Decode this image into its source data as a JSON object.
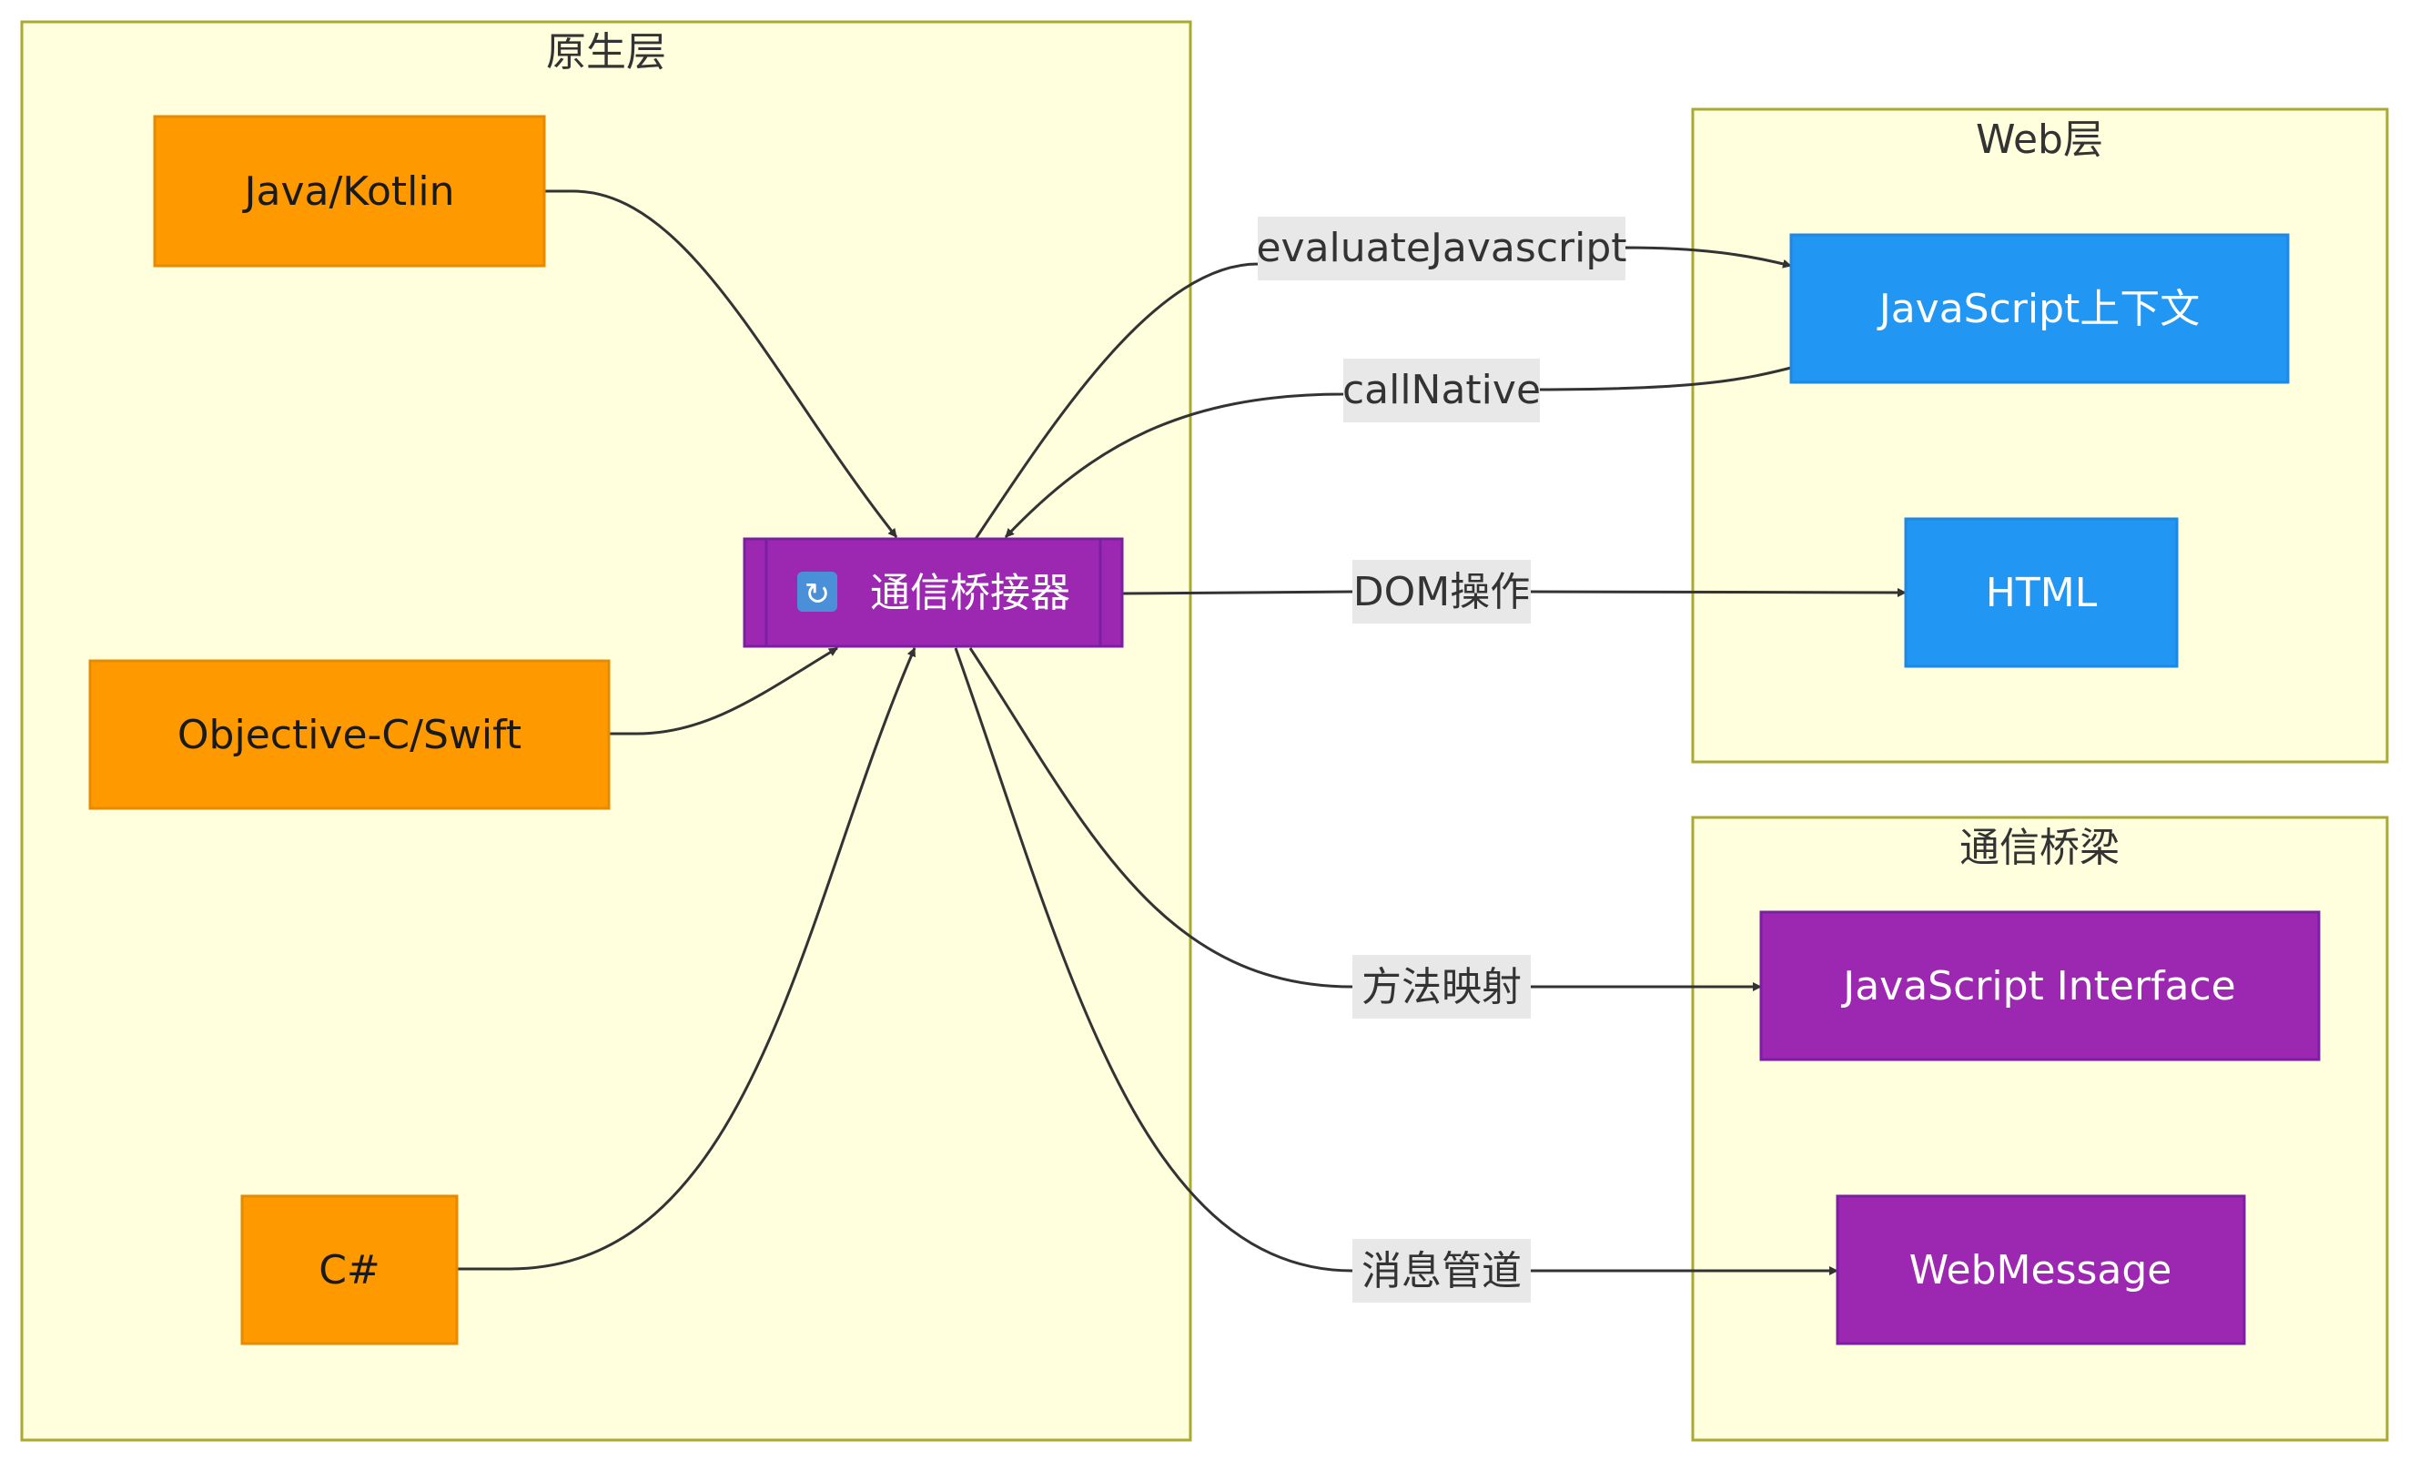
{
  "diagram": {
    "clusters": {
      "native": {
        "title": "原生层"
      },
      "web": {
        "title": "Web层"
      },
      "bridge": {
        "title": "通信桥梁"
      }
    },
    "nodes": {
      "java": {
        "label": "Java/Kotlin"
      },
      "objc": {
        "label": "Objective-C/Swift"
      },
      "csharp": {
        "label": "C#"
      },
      "bridger": {
        "icon": "🔄",
        "label": "通信桥接器"
      },
      "jsctx": {
        "label": "JavaScript上下文"
      },
      "html": {
        "label": "HTML"
      },
      "jsiface": {
        "label": "JavaScript Interface"
      },
      "webmsg": {
        "label": "WebMessage"
      }
    },
    "edges": {
      "evaluate": {
        "label": "evaluateJavascript"
      },
      "callnative": {
        "label": "callNative"
      },
      "dom": {
        "label": "DOM操作"
      },
      "mapping": {
        "label": "方法映射"
      },
      "channel": {
        "label": "消息管道"
      }
    },
    "colors": {
      "cluster_fill": "#ffffde",
      "cluster_stroke": "#aaaa33",
      "native_node": "#ff9900",
      "native_stroke": "#e68a00",
      "web_node": "#2196f3",
      "web_stroke": "#1e88e5",
      "bridge_node": "#9c27b0",
      "bridge_stroke": "#7b1fa2",
      "edge": "#333333",
      "label_bg": "#e8e8e8"
    }
  }
}
